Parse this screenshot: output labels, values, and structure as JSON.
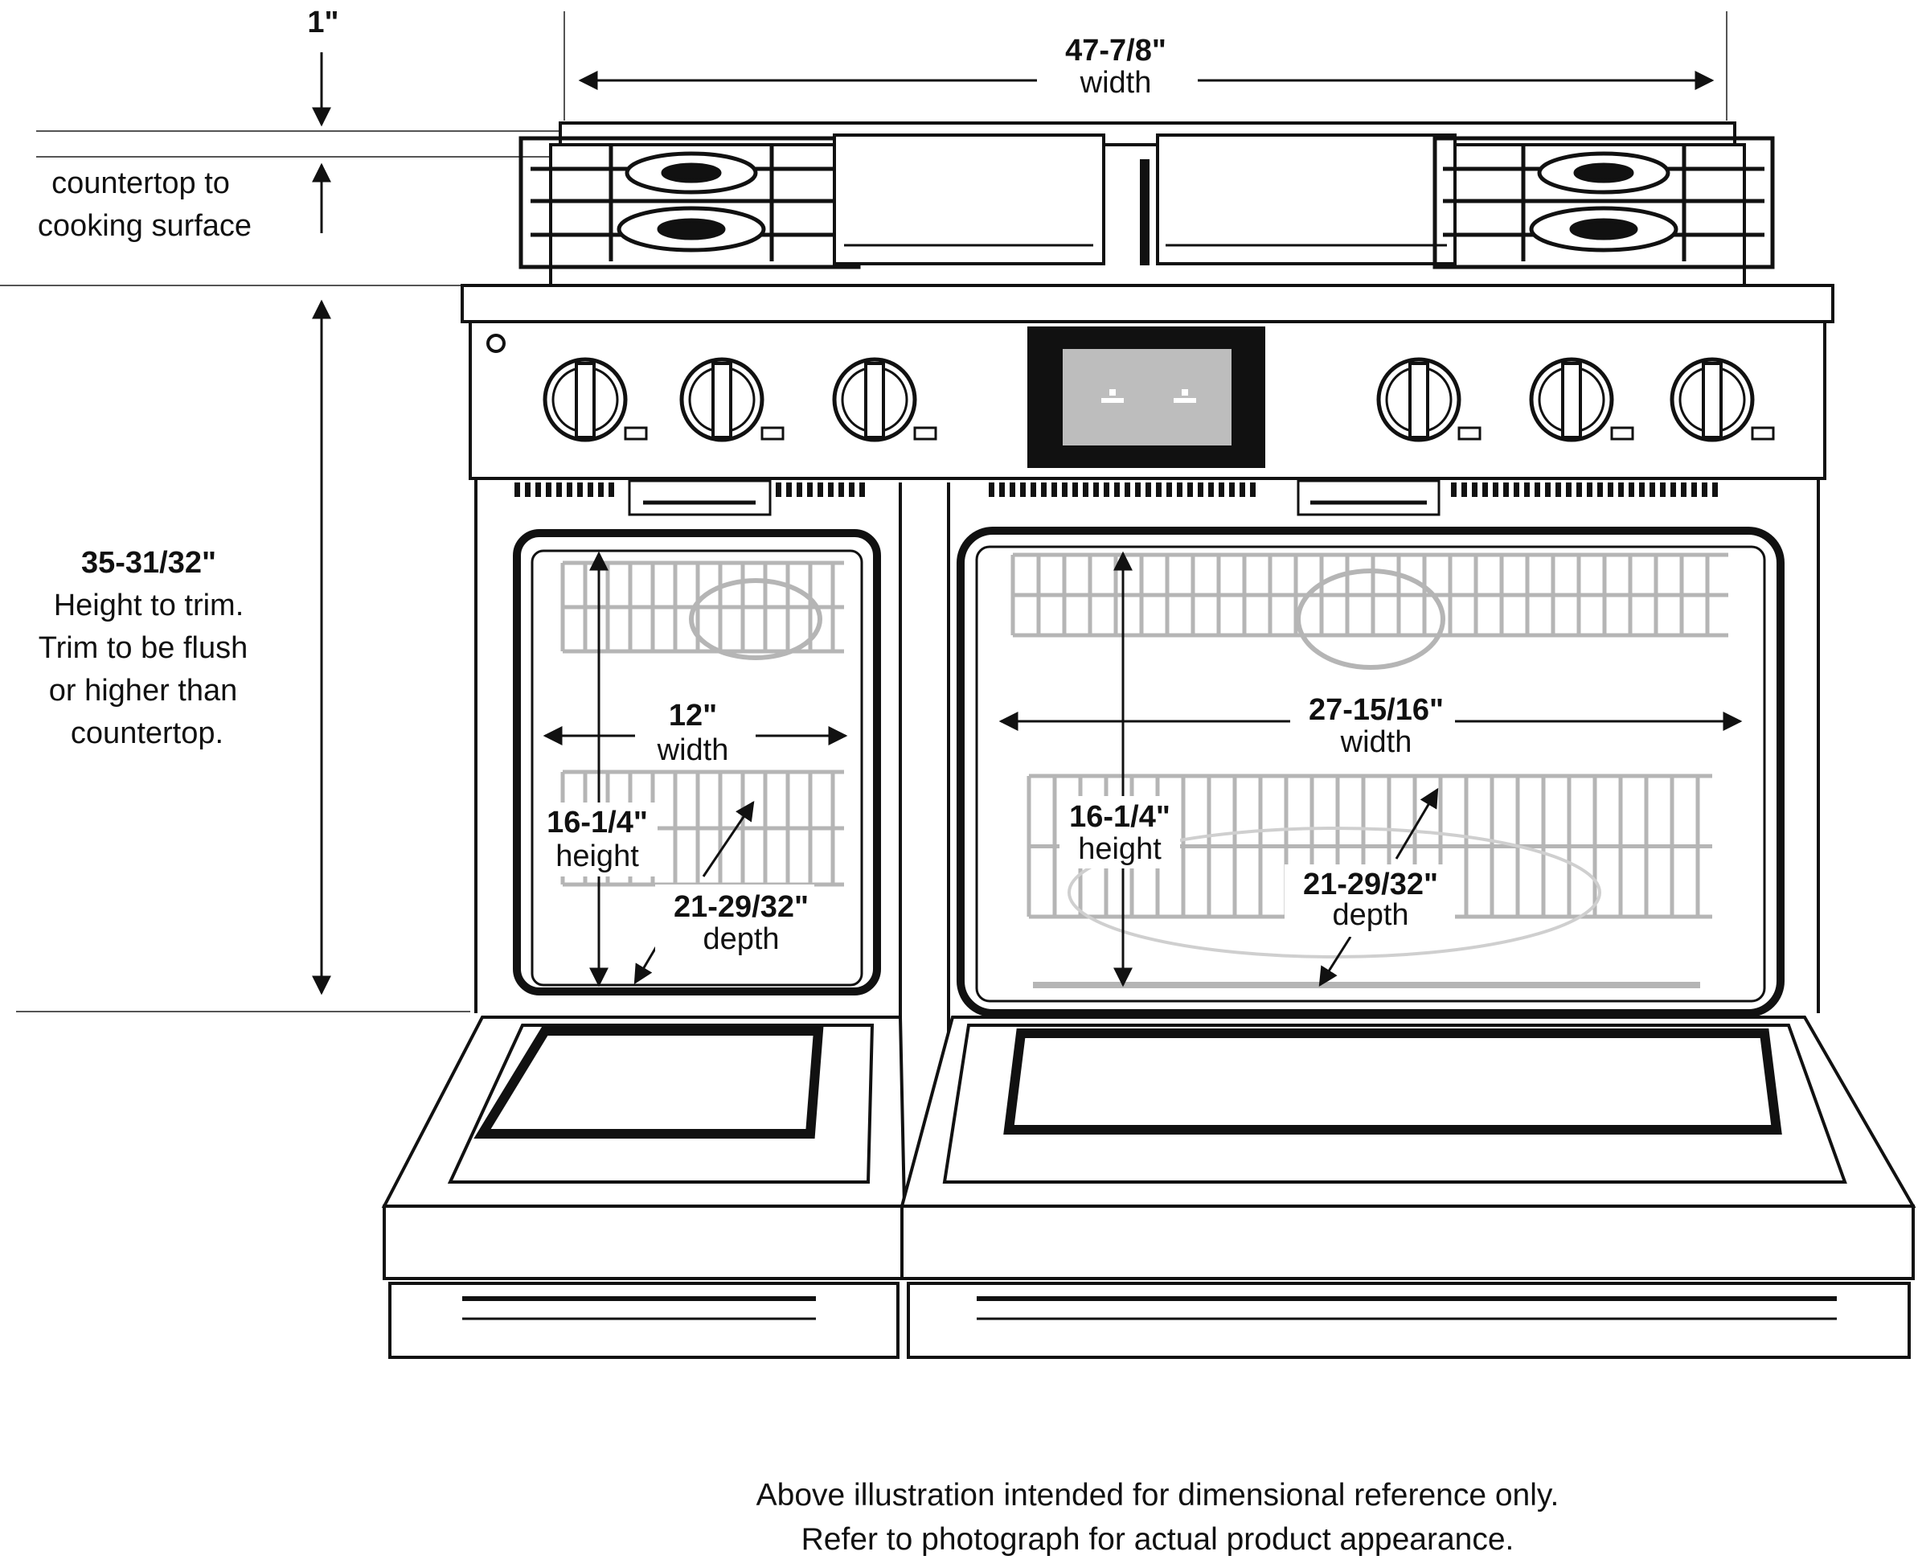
{
  "dimensions": {
    "overall_width": {
      "value": "47-7/8\"",
      "label": "width"
    },
    "top_offset": {
      "value": "1\""
    },
    "countertop_gap": {
      "line1": "countertop to",
      "line2": "cooking surface"
    },
    "height_to_trim": {
      "value": "35-31/32\"",
      "line1": "Height to trim.",
      "line2": "Trim to be flush",
      "line3": "or higher than",
      "line4": "countertop."
    },
    "small_oven": {
      "width": {
        "value": "12\"",
        "label": "width"
      },
      "height": {
        "value": "16-1/4\"",
        "label": "height"
      },
      "depth": {
        "value": "21-29/32\"",
        "label": "depth"
      }
    },
    "large_oven": {
      "width": {
        "value": "27-15/16\"",
        "label": "width"
      },
      "height": {
        "value": "16-1/4\"",
        "label": "height"
      },
      "depth": {
        "value": "21-29/32\"",
        "label": "depth"
      }
    }
  },
  "footnote": {
    "line1": "Above illustration intended for dimensional reference only.",
    "line2": "Refer to photograph for actual product appearance."
  },
  "colors": {
    "ink": "#111111",
    "rack": "#b5b5b5",
    "display": "#bdbdbd",
    "paper": "#ffffff"
  }
}
